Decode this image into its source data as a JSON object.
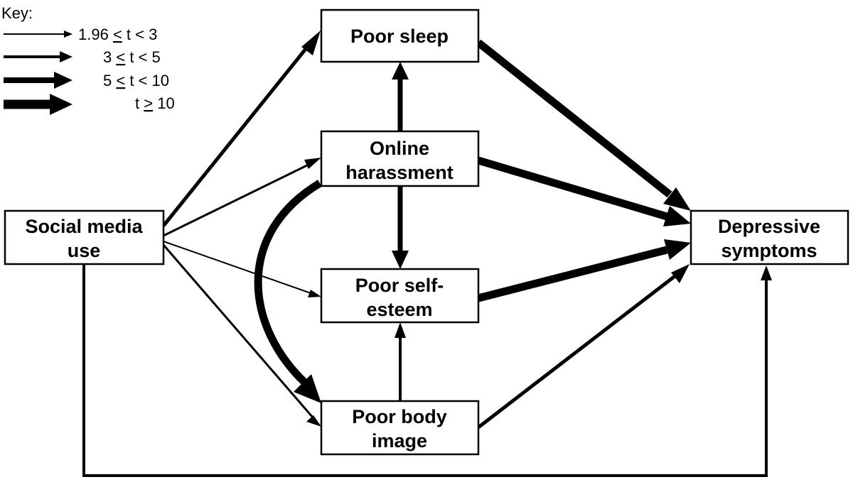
{
  "key": {
    "title": "Key:",
    "items": [
      {
        "prefix": "1.96 ",
        "op": "<",
        "suffix": " t < 3"
      },
      {
        "prefix": "3 ",
        "op": "<",
        "suffix": " t < 5"
      },
      {
        "prefix": "5 ",
        "op": "<",
        "suffix": " t < 10"
      },
      {
        "prefix": "t ",
        "op": ">",
        "suffix": " 10"
      }
    ]
  },
  "nodes": {
    "social_media": {
      "line1": "Social media",
      "line2": "use"
    },
    "poor_sleep": {
      "line1": "Poor sleep"
    },
    "online_harassment": {
      "line1": "Online",
      "line2": "harassment"
    },
    "poor_self_esteem": {
      "line1": "Poor self-",
      "line2": "esteem"
    },
    "poor_body_image": {
      "line1": "Poor body",
      "line2": "image"
    },
    "depressive": {
      "line1": "Depressive",
      "line2": "symptoms"
    }
  }
}
